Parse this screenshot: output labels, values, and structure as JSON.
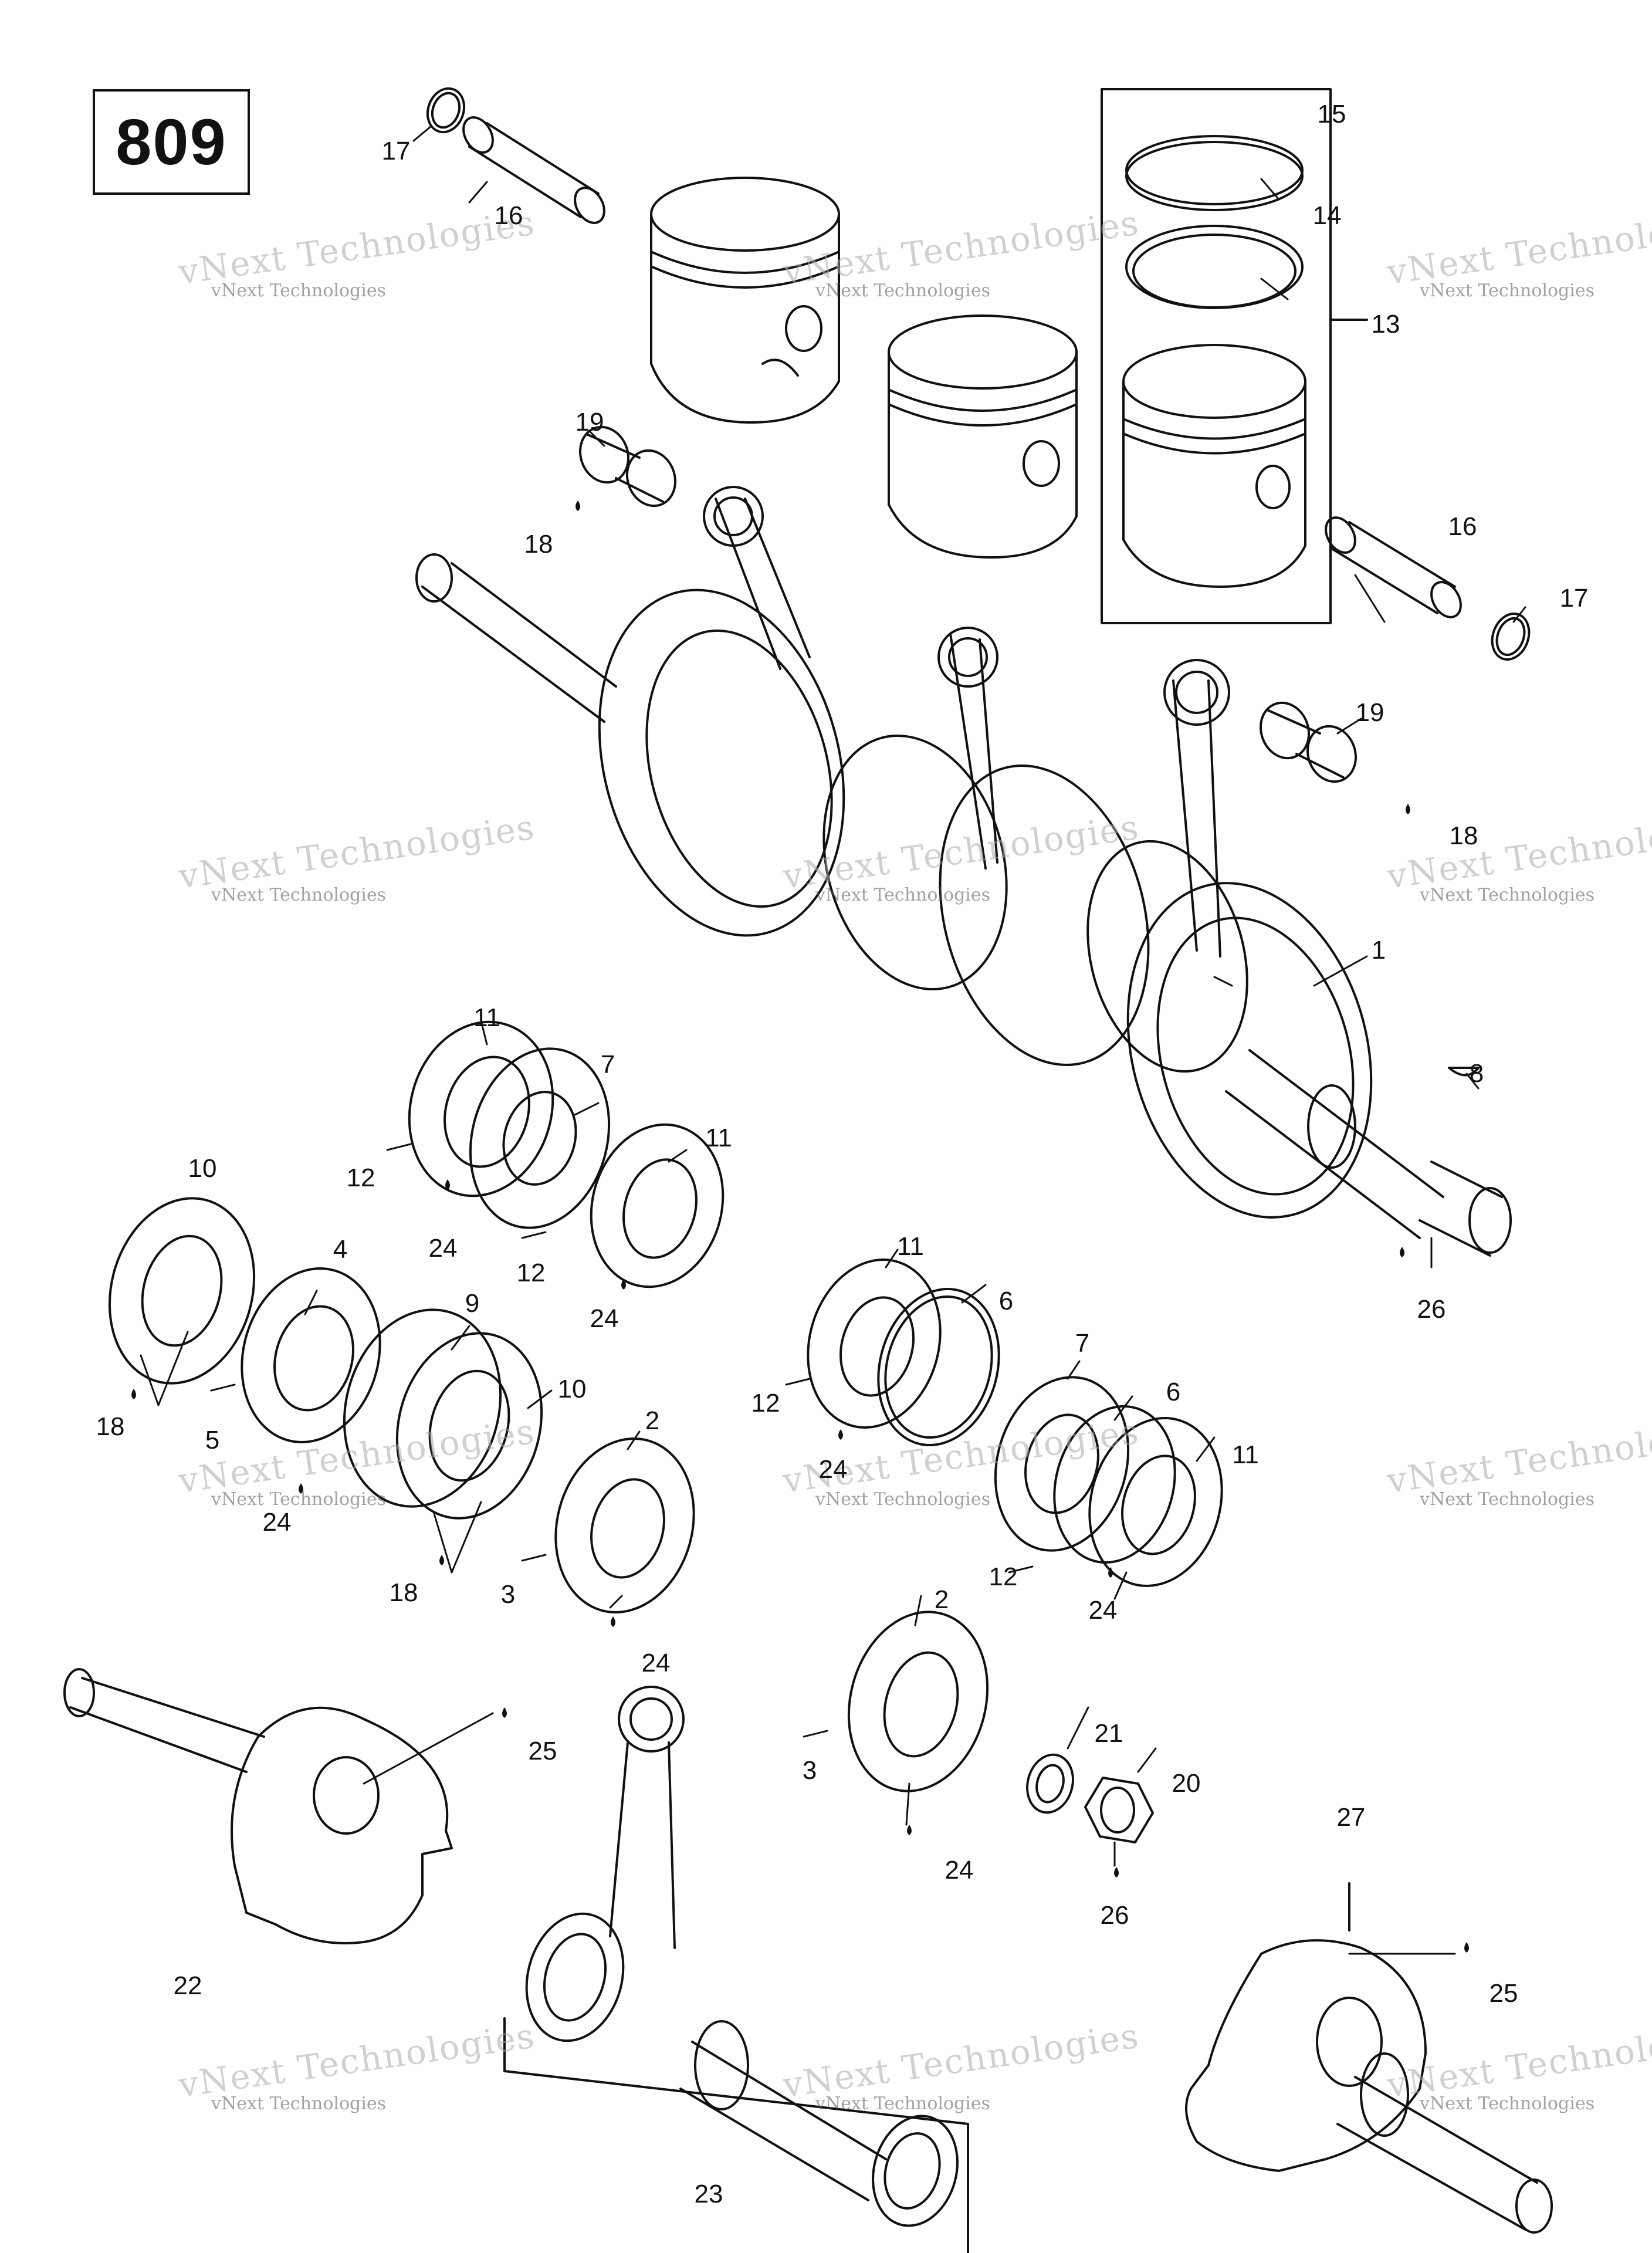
{
  "page_number": "809",
  "watermark": "vNext Technologies",
  "callouts": [
    "17",
    "16",
    "15",
    "14",
    "13",
    "19",
    "18",
    "16",
    "17",
    "19",
    "18",
    "1",
    "8",
    "26",
    "11",
    "7",
    "11",
    "12",
    "24",
    "12",
    "24",
    "10",
    "4",
    "9",
    "10",
    "18",
    "5",
    "24",
    "2",
    "18",
    "3",
    "24",
    "11",
    "6",
    "12",
    "24",
    "7",
    "6",
    "11",
    "12",
    "24",
    "2",
    "3",
    "24",
    "21",
    "20",
    "26",
    "25",
    "22",
    "23",
    "27",
    "25"
  ]
}
